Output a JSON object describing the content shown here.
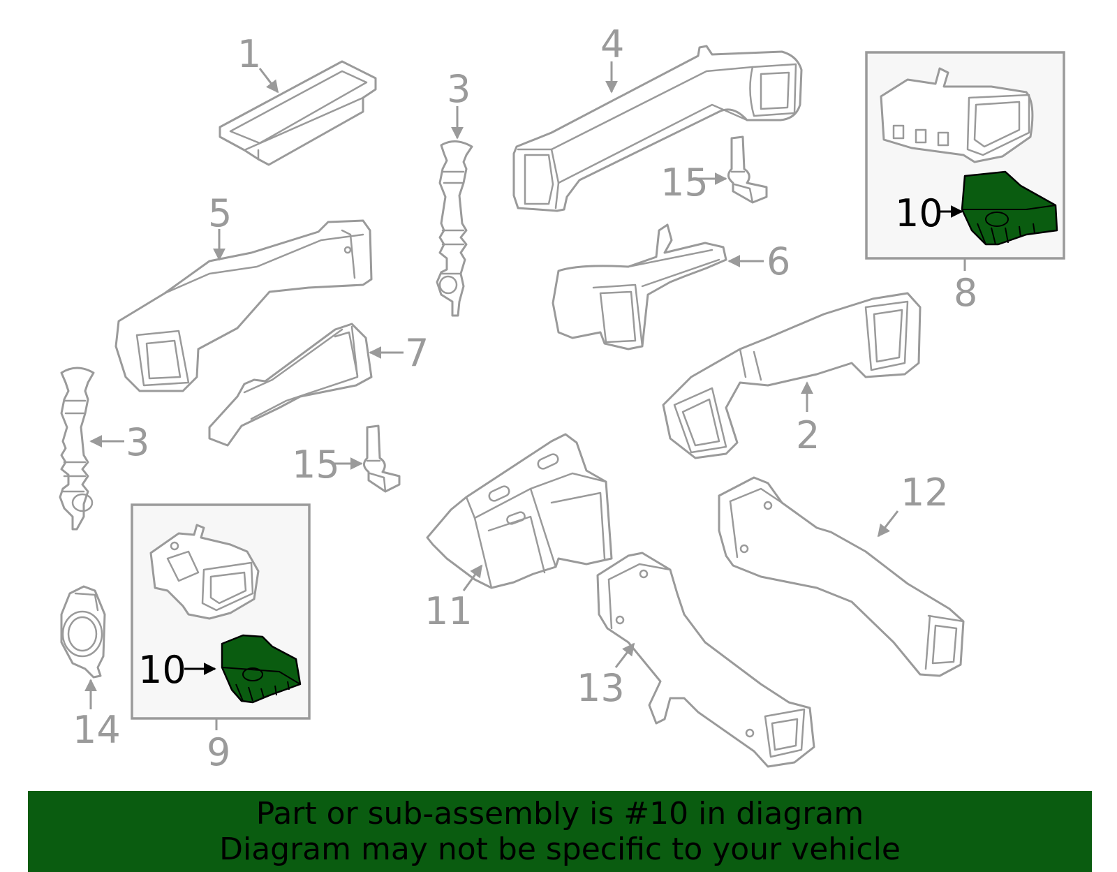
{
  "colors": {
    "highlight_part": "#0a5c10",
    "banner_background": "#0a5c10",
    "line_art": "#9a9a9a",
    "highlight_label": "#000000",
    "banner_text": "#000000"
  },
  "callouts": {
    "c1": "1",
    "c2": "2",
    "c3a": "3",
    "c3b": "3",
    "c4": "4",
    "c5": "5",
    "c6": "6",
    "c7": "7",
    "c8": "8",
    "c9": "9",
    "c10a": "10",
    "c10b": "10",
    "c11": "11",
    "c12": "12",
    "c13": "13",
    "c14": "14",
    "c15a": "15",
    "c15b": "15"
  },
  "highlighted_part": "10",
  "banner": {
    "line1": "Part or sub-assembly is #10 in diagram",
    "line2": "Diagram may not be specific to your vehicle"
  }
}
